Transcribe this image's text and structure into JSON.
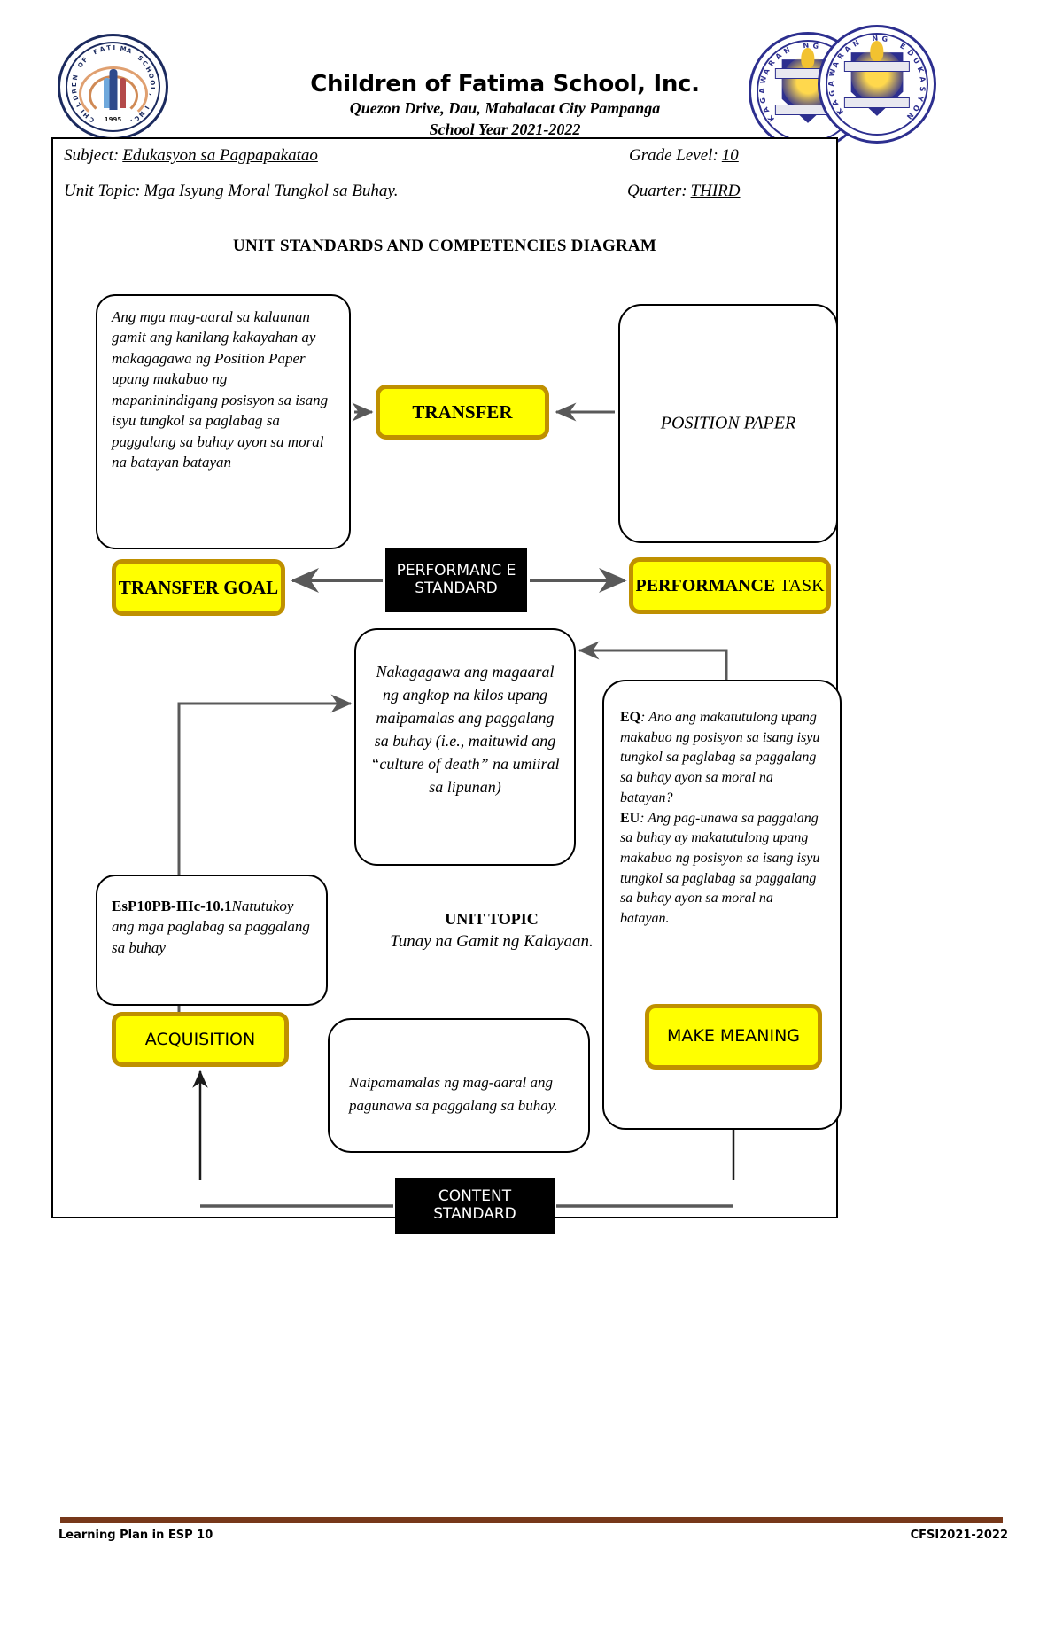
{
  "header": {
    "school_name": "Children of Fatima School, Inc.",
    "address": "Quezon Drive, Dau, Mabalacat City Pampanga",
    "school_year": "School Year 2021-2022",
    "left_logo_name": "children-of-fatima-school-crest",
    "left_logo_ring_text": "CHILDREN OF FATIMA SCHOOL, INC.",
    "left_logo_year": "1995",
    "right_logo_name": "department-of-education-seal",
    "right_logo_ring_text": "KAGAWARAN NG EDUKASYON"
  },
  "meta": {
    "subject_label": "Subject:",
    "subject_value": "Edukasyon sa Pagpapakatao",
    "grade_label": "Grade Level:",
    "grade_value": "10",
    "unit_topic_label": "Unit Topic:",
    "unit_topic_value": "Mga Isyung Moral Tungkol sa Buhay.",
    "quarter_label": "Quarter:",
    "quarter_value": "THIRD"
  },
  "diagram": {
    "title": "UNIT STANDARDS AND COMPETENCIES DIAGRAM",
    "transfer_description": "Ang mga mag-aaral sa kalaunan gamit ang kanilang kakayahan ay makagagawa ng Position Paper upang makabuo ng mapaninindigang posisyon sa isang isyu tungkol sa paglabag sa paggalang sa buhay ayon sa moral na batayan batayan",
    "position_paper_label": "POSITION PAPER",
    "transfer_label": "TRANSFER",
    "transfer_goal_label": "TRANSFER GOAL",
    "performance_standard_label": "PERFORMANC E STANDARD",
    "performance_task_label_bold": "PERFORMANCE",
    "performance_task_label_rest": " TASK",
    "performance_standard_description": "Nakagagawa ang magaaral ng angkop na kilos upang maipamalas ang paggalang sa buhay (i.e., maituwid ang “culture of death” na umiiral sa lipunan)",
    "eq_label": "EQ",
    "eq_text": ": Ano ang makatutulong upang makabuo ng posisyon sa isang isyu tungkol sa paglabag sa paggalang sa buhay ayon sa moral na batayan?",
    "eu_label": "EU",
    "eu_text": ": Ang pag-unawa sa paggalang sa buhay ay makatutulong upang makabuo ng posisyon sa isang isyu tungkol sa paglabag sa paggalang sa buhay ayon sa moral na batayan.",
    "competency_code": "EsP10PB-IIIc-10.1",
    "competency_text": "Natutukoy ang mga paglabag sa paggalang sa buhay",
    "unit_topic_heading": "UNIT TOPIC",
    "unit_topic_value": "Tunay na Gamit ng Kalayaan.",
    "acquisition_label": "ACQUISITION",
    "make_meaning_label": "MAKE MEANING",
    "content_standard_description": "Naipamamalas ng mag-aaral ang pagunawa sa paggalang sa buhay.",
    "content_standard_label": "CONTENT STANDARD"
  },
  "footer": {
    "left": "Learning Plan in ESP 10",
    "right": "CFSI2021-2022"
  },
  "colors": {
    "yellow_fill": "#ffff00",
    "yellow_border": "#bf9000",
    "black_block": "#000000",
    "footer_rule": "#77381a",
    "arrow": "#595959"
  }
}
